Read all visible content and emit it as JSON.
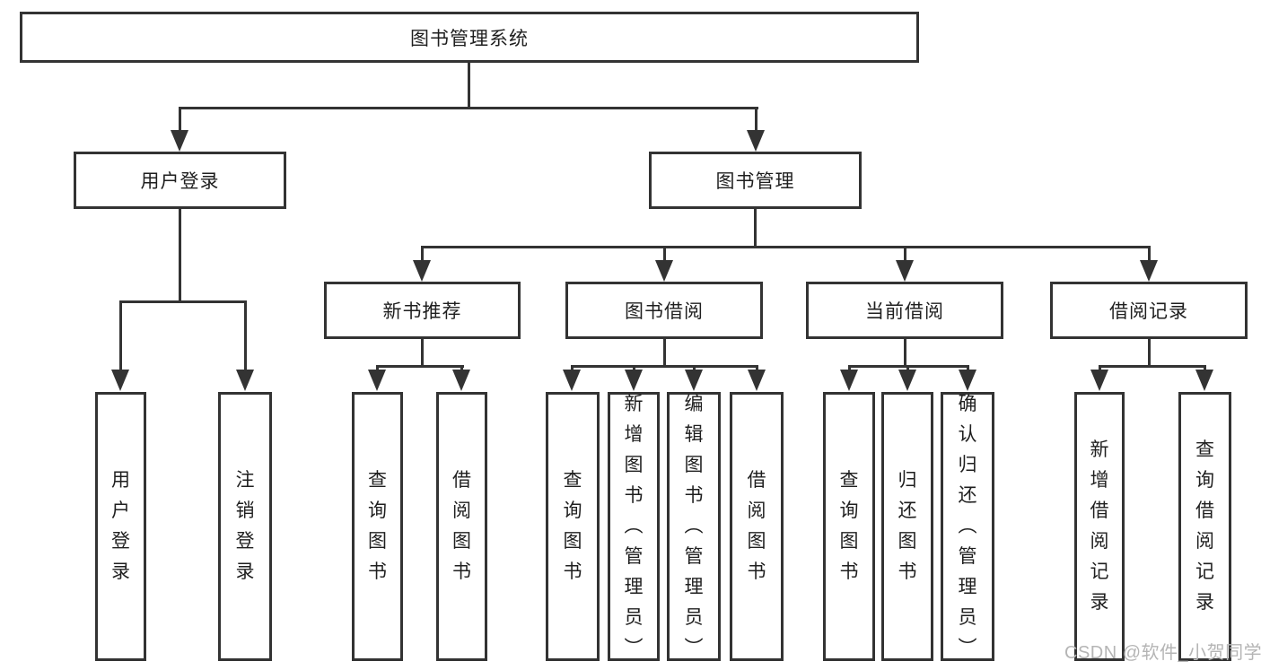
{
  "diagram": {
    "root": {
      "label": "图书管理系统"
    },
    "level2": [
      {
        "label": "用户登录"
      },
      {
        "label": "图书管理"
      }
    ],
    "level3": [
      {
        "label": "新书推荐"
      },
      {
        "label": "图书借阅"
      },
      {
        "label": "当前借阅"
      },
      {
        "label": "借阅记录"
      }
    ],
    "leaves": {
      "user_login": [
        "用户登录",
        "注销登录"
      ],
      "new_book": [
        "查询图书",
        "借阅图书"
      ],
      "book_borrow": [
        "查询图书",
        "新增图书（管理员）",
        "编辑图书（管理员）",
        "借阅图书"
      ],
      "current_borrow": [
        "查询图书",
        "归还图书",
        "确认归还（管理员）"
      ],
      "borrow_record": [
        "新增借阅记录",
        "查询借阅记录"
      ]
    }
  },
  "watermark": "CSDN @软件_小贺同学",
  "colors": {
    "line": "#333333",
    "text": "#1f1f1f",
    "watermark": "#b5b5b5",
    "background": "#ffffff"
  }
}
